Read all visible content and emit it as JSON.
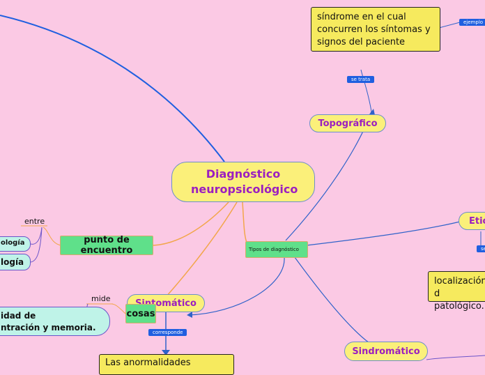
{
  "central": "Diagnóstico neuropsicológico",
  "tipos": "Tipos de diagnóstico",
  "topics": {
    "topografico": "Topográfico",
    "sindromatico": "Sindromático",
    "sintomatico": "Sintomático",
    "etiologico": "Etio"
  },
  "notes": {
    "sindrome": "síndrome en el cual concurren los síntomas y signos del paciente",
    "localizacion": "localización d patológico.",
    "anormalidades": "Las anormalidades"
  },
  "tags": {
    "se_trata": "se trata",
    "ejemplo": "ejemplo",
    "corresponde": "corresponde",
    "se": "se"
  },
  "punto": "punto de encuentro",
  "cosas": "cosas",
  "labels": {
    "entre": "entre",
    "mide": "mide"
  },
  "cyan": {
    "a": "ología",
    "b": "logía",
    "c": "idad de\nntración y memoria."
  }
}
